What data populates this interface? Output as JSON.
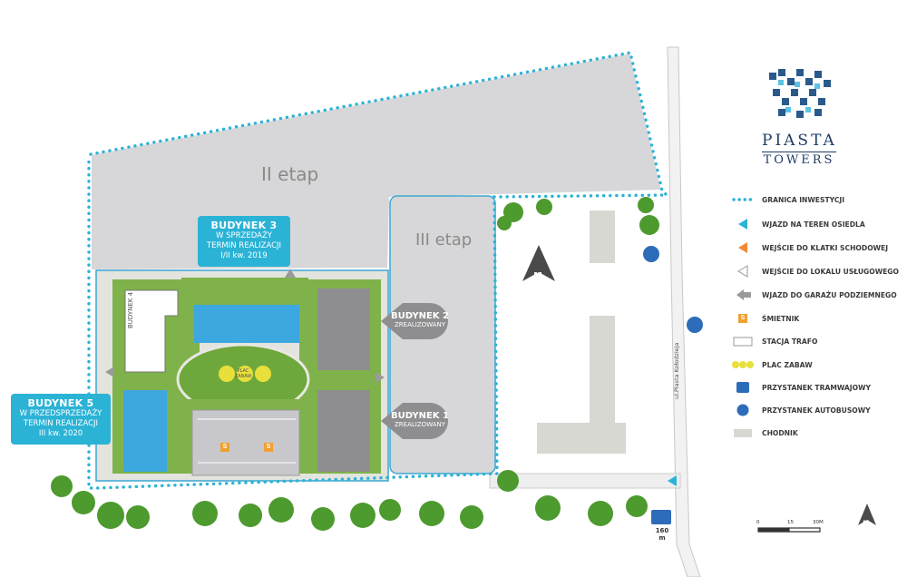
{
  "brand": {
    "line1": "PIASTA",
    "line2": "TOWERS"
  },
  "zones": {
    "stage2": "II etap",
    "stage3": "III etap"
  },
  "buildings": {
    "b3": {
      "title": "BUDYNEK 3",
      "line1": "W SPRZEDAŻY",
      "line2": "TERMIN REALIZACJI",
      "line3": "I/II kw. 2019"
    },
    "b5": {
      "title": "BUDYNEK 5",
      "line1": "W PRZEDSPRZEDAŻY",
      "line2": "TERMIN REALIZACJI",
      "line3": "III kw. 2020"
    },
    "b2": {
      "title": "BUDYNEK 2",
      "line1": "ZREALIZOWANY"
    },
    "b1": {
      "title": "BUDYNEK 1",
      "line1": "ZREALIZOWANY"
    },
    "b4": {
      "label": "BUDYNEK 4"
    }
  },
  "playground": "PLAC ZABAW",
  "street": "ul.Piasta Kołodzieja",
  "distance": "160 m",
  "scale": {
    "ticks": [
      "0",
      "15",
      "30M"
    ]
  },
  "north": "N",
  "trash_symbol": "S",
  "legend": [
    {
      "icon": "boundary-dots-icon",
      "label": "GRANICA INWESTYCJI"
    },
    {
      "icon": "blue-arrow-icon",
      "label": "WJAZD NA TEREN OSIEDLA"
    },
    {
      "icon": "orange-arrow-icon",
      "label": "WEJŚCIE DO KLATKI SCHODOWEJ"
    },
    {
      "icon": "outline-arrow-icon",
      "label": "WEJŚCIE DO LOKALU USŁUGOWEGO"
    },
    {
      "icon": "gray-arrow-icon",
      "label": "WJAZD DO GARAŻU PODZIEMNEGO"
    },
    {
      "icon": "trash-icon",
      "label": "ŚMIETNIK"
    },
    {
      "icon": "transformer-icon",
      "label": "STACJA TRAFO"
    },
    {
      "icon": "playground-icon",
      "label": "PLAC ZABAW"
    },
    {
      "icon": "tram-stop-icon",
      "label": "PRZYSTANEK TRAMWAJOWY"
    },
    {
      "icon": "bus-stop-icon",
      "label": "PRZYSTANEK AUTOBUSOWY"
    },
    {
      "icon": "sidewalk-icon",
      "label": "CHODNIK"
    }
  ],
  "colors": {
    "accent": "#2bb3d6",
    "zone": "#d7d7d9",
    "building": "#8e8e90",
    "lawn": "#6ea83c",
    "brand": "#1e3c66"
  }
}
